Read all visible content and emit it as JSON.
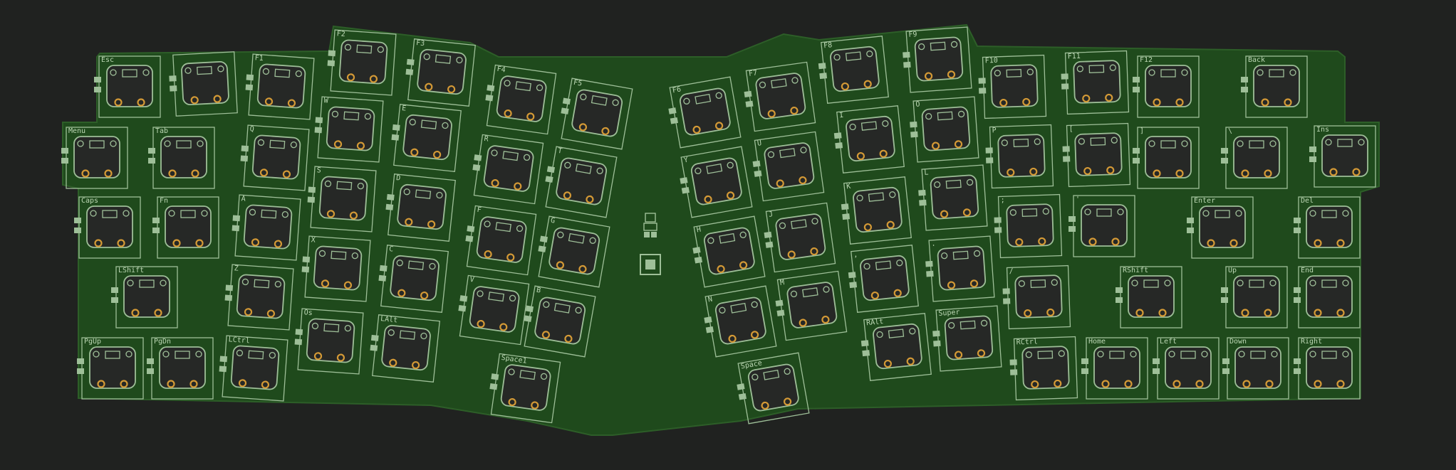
{
  "board": {
    "colors": {
      "background": "#202220",
      "pcb": "#1f4a1c",
      "silkscreen": "#9ebf98",
      "switch_body": "#262826",
      "pad": "#d49a36"
    }
  },
  "keys_left": [
    {
      "label": "Esc"
    },
    {
      "label": ""
    },
    {
      "label": "F1"
    },
    {
      "label": "F2"
    },
    {
      "label": "F3"
    },
    {
      "label": "F4"
    },
    {
      "label": "F5"
    },
    {
      "label": "Menu"
    },
    {
      "label": "Tab"
    },
    {
      "label": "Q"
    },
    {
      "label": "W"
    },
    {
      "label": "E"
    },
    {
      "label": "R"
    },
    {
      "label": "T"
    },
    {
      "label": "Caps"
    },
    {
      "label": "Fn"
    },
    {
      "label": "A"
    },
    {
      "label": "S"
    },
    {
      "label": "D"
    },
    {
      "label": "F"
    },
    {
      "label": "G"
    },
    {
      "label": "LShift"
    },
    {
      "label": "Z"
    },
    {
      "label": "X"
    },
    {
      "label": "C"
    },
    {
      "label": "V"
    },
    {
      "label": "B"
    },
    {
      "label": "PgUp"
    },
    {
      "label": "PgDn"
    },
    {
      "label": "LCtrl"
    },
    {
      "label": "Os"
    },
    {
      "label": "LAlt"
    },
    {
      "label": "Space1"
    }
  ],
  "keys_right": [
    {
      "label": "F6"
    },
    {
      "label": "F7"
    },
    {
      "label": "F8"
    },
    {
      "label": "F9"
    },
    {
      "label": "F10"
    },
    {
      "label": "F11"
    },
    {
      "label": "F12"
    },
    {
      "label": "Back"
    },
    {
      "label": "Y"
    },
    {
      "label": "U"
    },
    {
      "label": "I"
    },
    {
      "label": "O"
    },
    {
      "label": "P"
    },
    {
      "label": "["
    },
    {
      "label": "]"
    },
    {
      "label": "\\"
    },
    {
      "label": "Ins"
    },
    {
      "label": "H"
    },
    {
      "label": "J"
    },
    {
      "label": "K"
    },
    {
      "label": "L"
    },
    {
      "label": ";"
    },
    {
      "label": "'"
    },
    {
      "label": "Enter"
    },
    {
      "label": "Del"
    },
    {
      "label": "N"
    },
    {
      "label": "M"
    },
    {
      "label": ","
    },
    {
      "label": "."
    },
    {
      "label": "/"
    },
    {
      "label": "RShift"
    },
    {
      "label": "Up"
    },
    {
      "label": "End"
    },
    {
      "label": "Space"
    },
    {
      "label": "RAlt"
    },
    {
      "label": "Super"
    },
    {
      "label": "RCtrl"
    },
    {
      "label": "Home"
    },
    {
      "label": "Left"
    },
    {
      "label": "Down"
    },
    {
      "label": "Right"
    }
  ]
}
